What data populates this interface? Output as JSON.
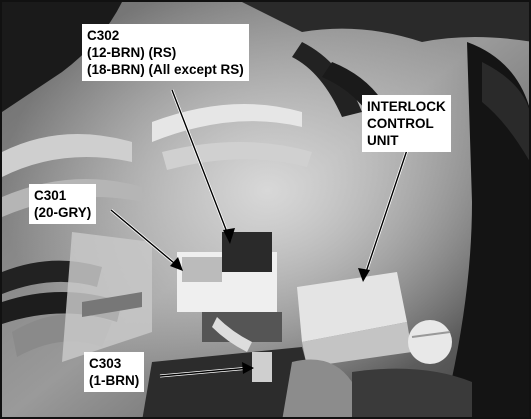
{
  "callouts": {
    "c302": {
      "lines": [
        "C302",
        "(12-BRN) (RS)",
        "(18-BRN) (All except RS)"
      ]
    },
    "interlock": {
      "lines": [
        "INTERLOCK",
        "CONTROL",
        "UNIT"
      ]
    },
    "c301": {
      "lines": [
        "C301",
        "(20-GRY)"
      ]
    },
    "c303": {
      "lines": [
        "C303",
        "(1-BRN)"
      ]
    }
  }
}
